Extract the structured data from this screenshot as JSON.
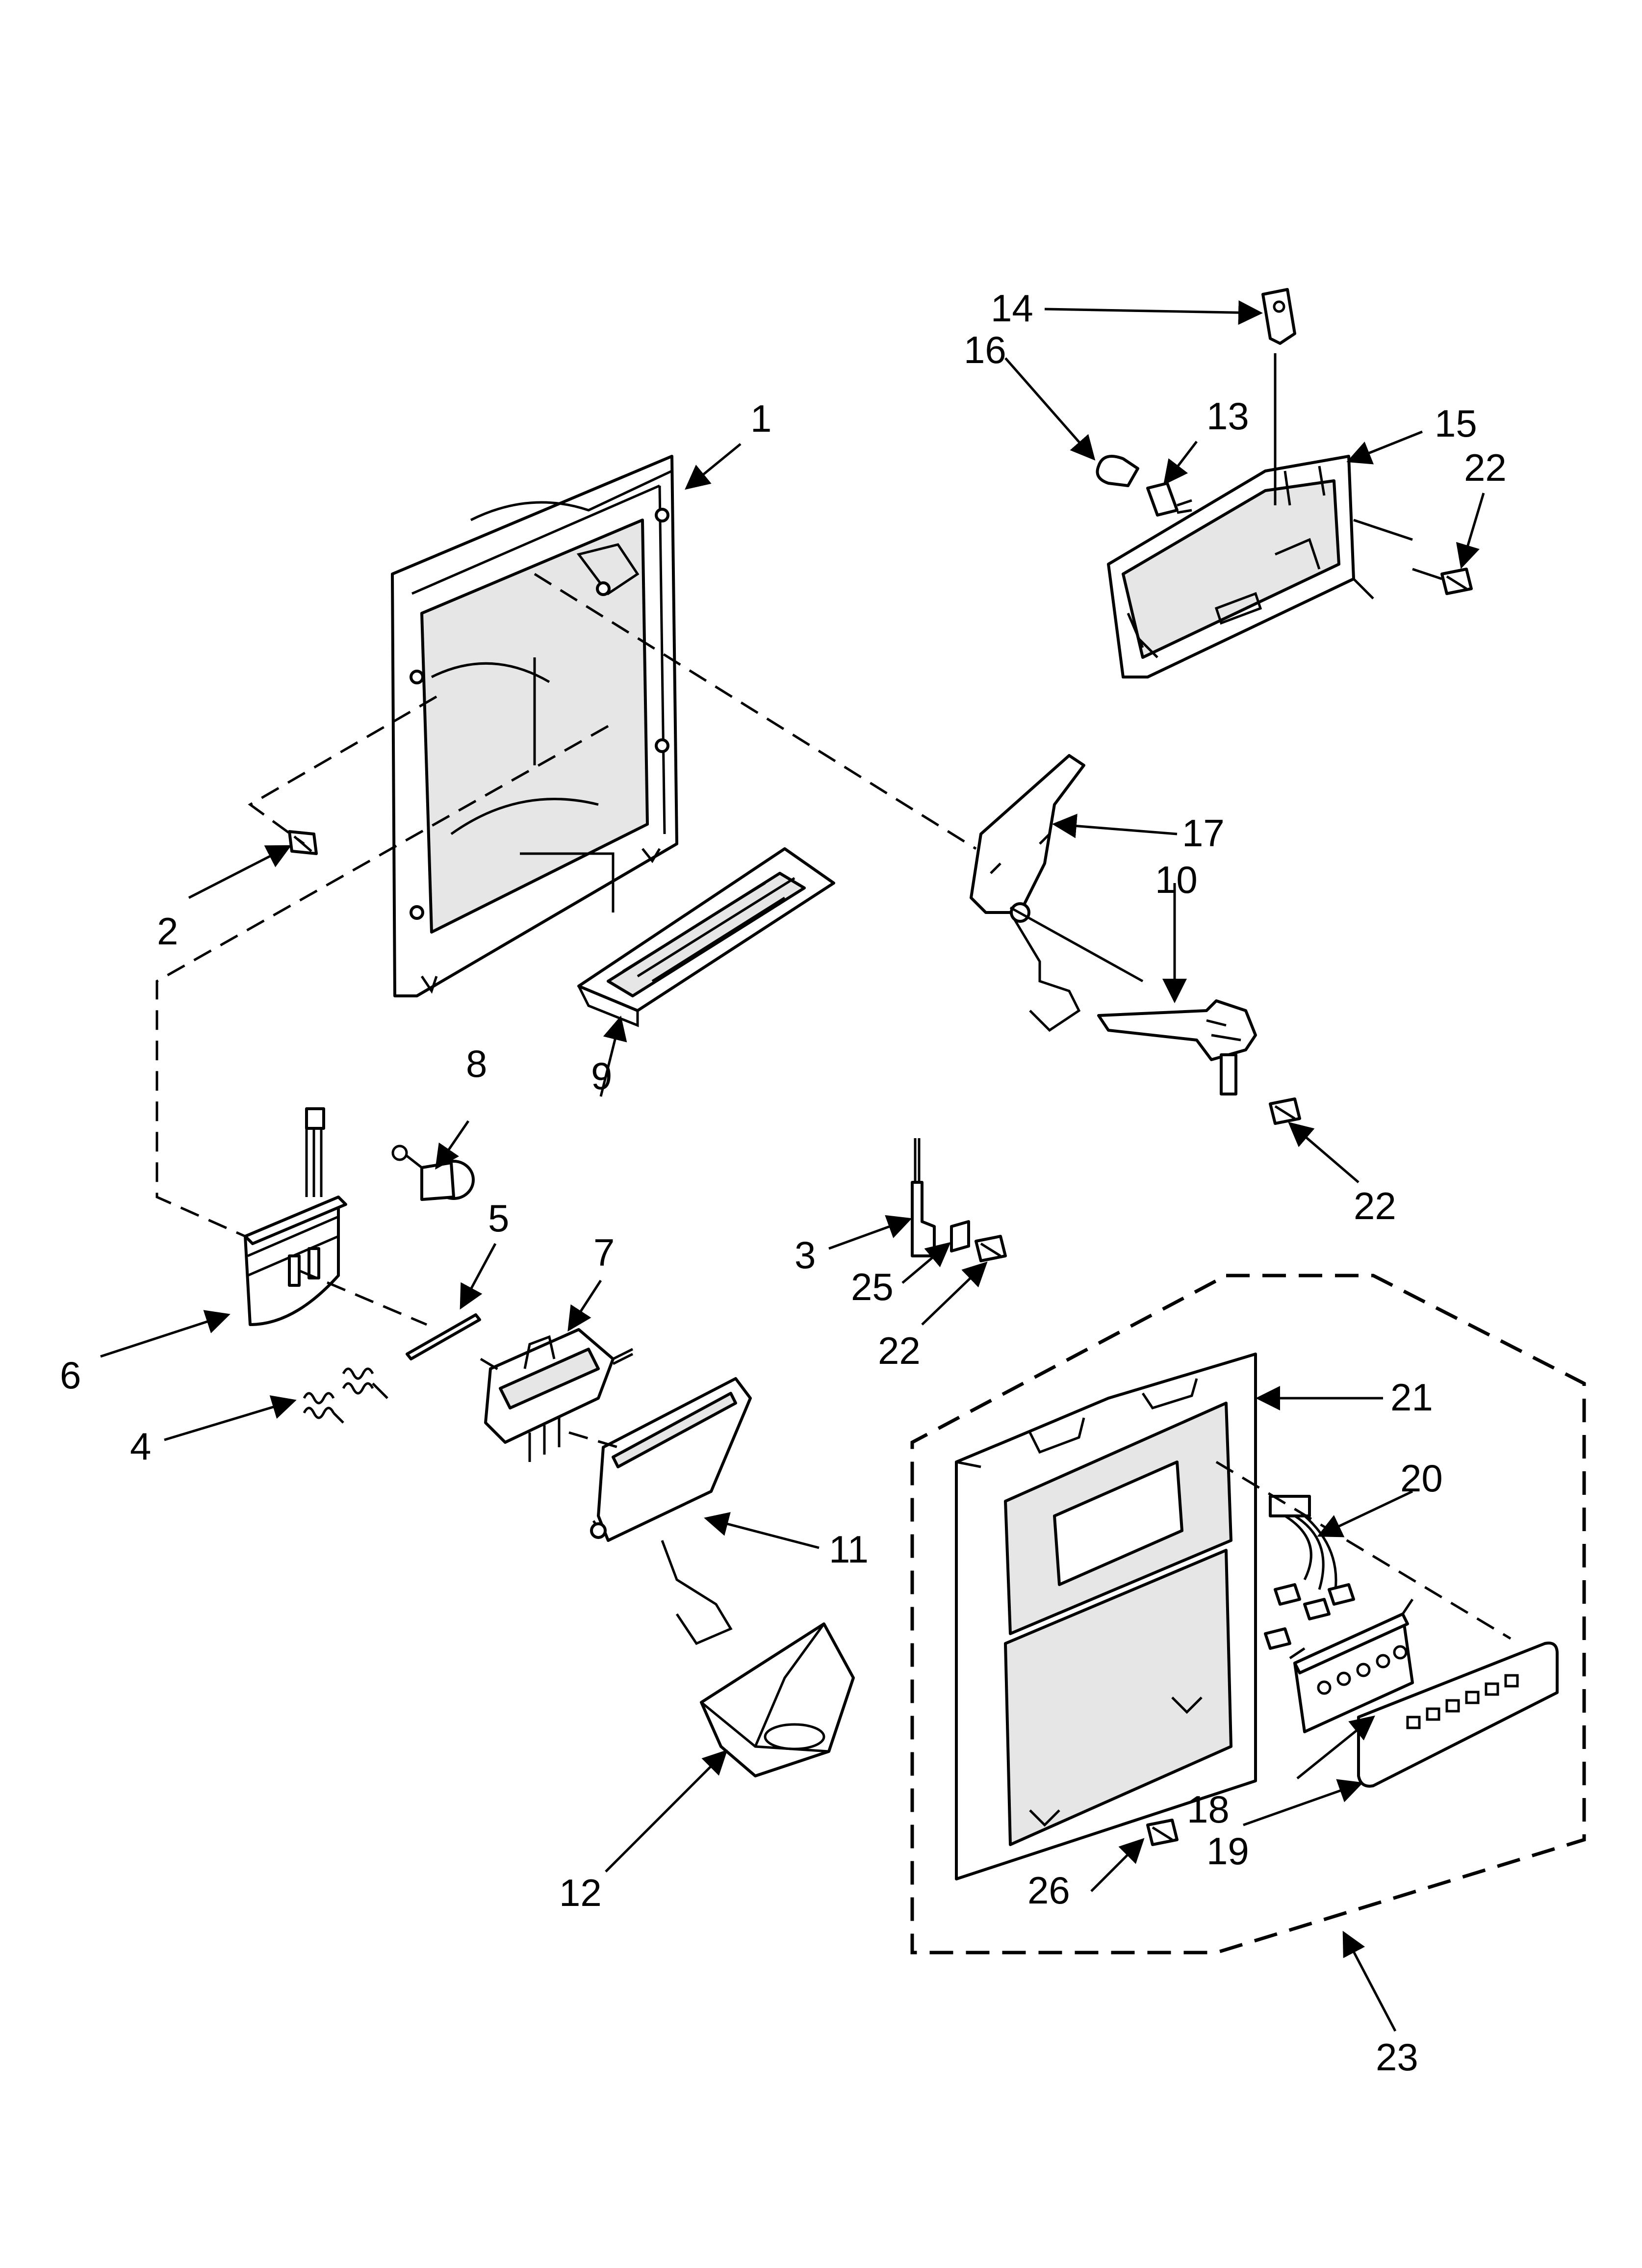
{
  "diagram": {
    "callouts": [
      "1",
      "2",
      "3",
      "4",
      "5",
      "6",
      "7",
      "8",
      "9",
      "10",
      "11",
      "12",
      "13",
      "14",
      "15",
      "16",
      "17",
      "18",
      "19",
      "20",
      "21",
      "22",
      "22",
      "22",
      "22",
      "23",
      "25",
      "26"
    ]
  }
}
